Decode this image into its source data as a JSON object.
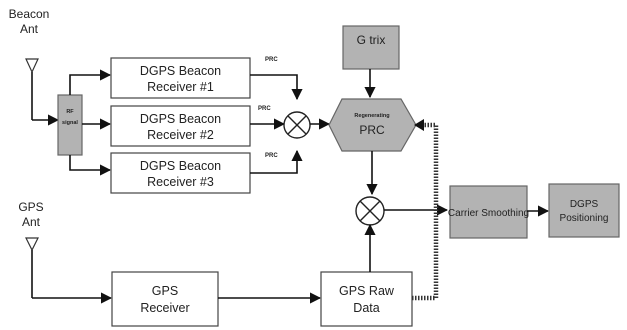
{
  "labels": {
    "beacon_ant": [
      "Beacon",
      "Ant"
    ],
    "gps_ant": [
      "GPS",
      "Ant"
    ],
    "rf": "RF",
    "signal": "signal",
    "prc_small": "PRC",
    "regenerating": "Regenerating",
    "prc_big": "PRC",
    "gtrix": "G trix",
    "receivers": [
      [
        "DGPS Beacon",
        "Receiver #1"
      ],
      [
        "DGPS Beacon",
        "Receiver #2"
      ],
      [
        "DGPS Beacon",
        "Receiver #3"
      ]
    ],
    "gps_receiver": [
      "GPS",
      "Receiver"
    ],
    "gps_raw": [
      "GPS Raw",
      "Data"
    ],
    "carrier": "Carrier Smoothing",
    "dgps_pos": [
      "DGPS",
      "Positioning"
    ]
  },
  "colors": {
    "gray_block": "#b3b3b3",
    "line": "#111111"
  }
}
